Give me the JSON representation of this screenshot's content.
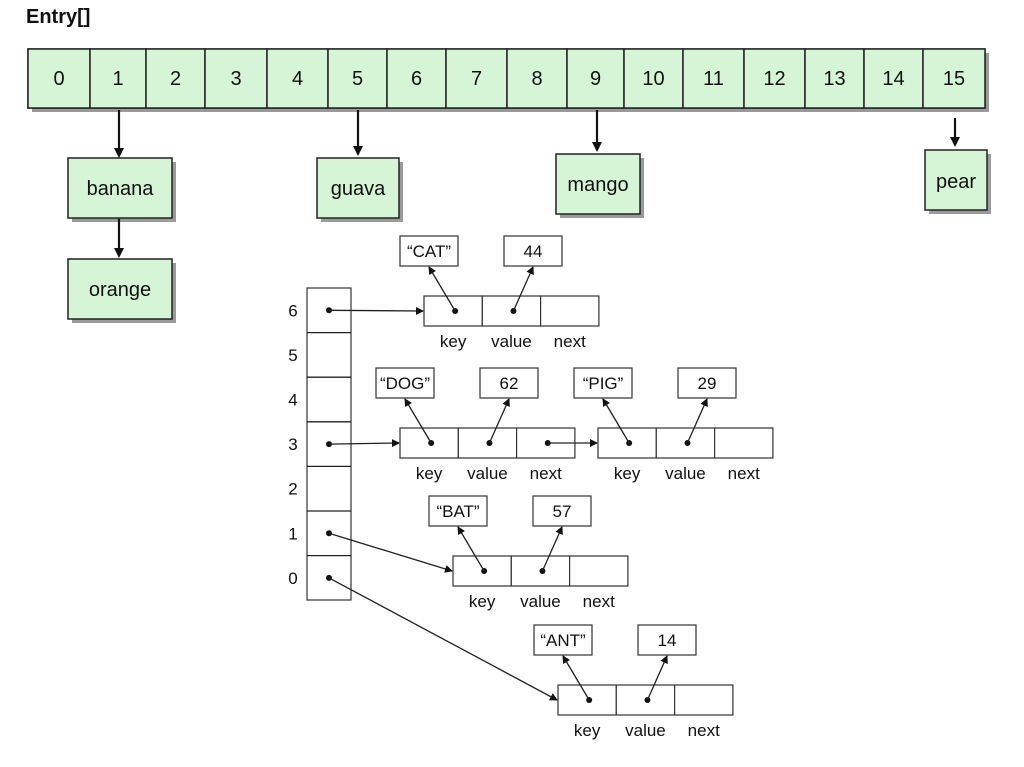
{
  "title": "Entry[]",
  "array": {
    "indices": [
      "0",
      "1",
      "2",
      "3",
      "4",
      "5",
      "6",
      "7",
      "8",
      "9",
      "10",
      "11",
      "12",
      "13",
      "14",
      "15"
    ]
  },
  "buckets": [
    {
      "index": "1",
      "items": [
        "banana",
        "orange"
      ]
    },
    {
      "index": "5",
      "items": [
        "guava"
      ]
    },
    {
      "index": "9",
      "items": [
        "mango"
      ]
    },
    {
      "index": "15",
      "items": [
        "pear"
      ]
    }
  ],
  "table": {
    "rows": [
      "6",
      "5",
      "4",
      "3",
      "2",
      "1",
      "0"
    ]
  },
  "node_fields": [
    "key",
    "value",
    "next"
  ],
  "chains": [
    {
      "row": "6",
      "nodes": [
        {
          "key": "“CAT”",
          "value": "44"
        }
      ]
    },
    {
      "row": "3",
      "nodes": [
        {
          "key": "“DOG”",
          "value": "62"
        },
        {
          "key": "“PIG”",
          "value": "29"
        }
      ]
    },
    {
      "row": "1",
      "nodes": [
        {
          "key": "“BAT”",
          "value": "57"
        }
      ]
    },
    {
      "row": "0",
      "nodes": [
        {
          "key": "“ANT”",
          "value": "14"
        }
      ]
    }
  ]
}
